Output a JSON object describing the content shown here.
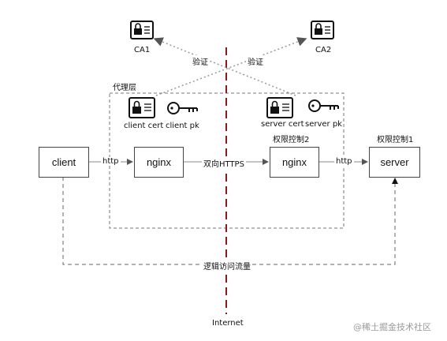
{
  "nodes": {
    "client": "client",
    "nginx_left": "nginx",
    "nginx_right": "nginx",
    "server": "server"
  },
  "labels": {
    "ca1": "CA1",
    "ca2": "CA2",
    "verify_left": "验证",
    "verify_right": "验证",
    "proxy_layer": "代理层",
    "client_cert": "client cert",
    "client_pk": "client pk",
    "server_cert": "server cert",
    "server_pk": "server  pk",
    "auth_control_2": "权限控制2",
    "auth_control_1": "权限控制1",
    "http_left": "http",
    "http_right": "http",
    "mutual_https": "双向HTTPS",
    "logical_access": "逻辑访问流量",
    "internet": "Internet"
  },
  "watermark": "@稀土掘金技术社区",
  "colors": {
    "internet_line": "#8b1a1a",
    "border": "#444444",
    "dashed": "#666666"
  }
}
